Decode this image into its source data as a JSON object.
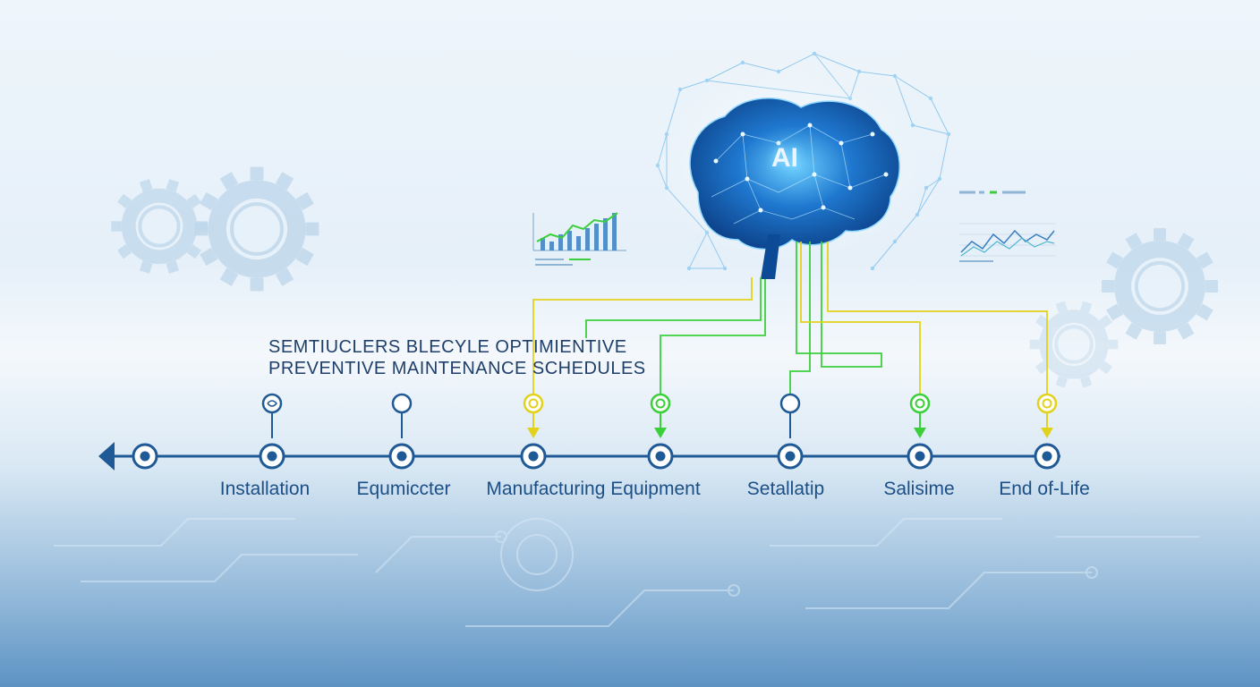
{
  "title": {
    "line1": "SEMTIUCLERS BLECYLE OPTIMIENTIVE",
    "line2": "PREVENTIVE MAINTENANCE SCHEDULES"
  },
  "brain": {
    "label": "AI"
  },
  "stages": [
    {
      "label": "Installation",
      "marker_color": "#1f5a96"
    },
    {
      "label": "Equmiccter",
      "marker_color": "#1f5a96"
    },
    {
      "label": "Manufacturing Equipment",
      "marker_color": "#e3d21b"
    },
    {
      "label": "",
      "marker_color": "#3ccf3c"
    },
    {
      "label": "Setallatip",
      "marker_color": "#1f5a96"
    },
    {
      "label": "Salisime",
      "marker_color": "#3ccf3c"
    },
    {
      "label": "End of-Life",
      "marker_color": "#e3d21b"
    }
  ],
  "colors": {
    "timeline": "#1f5a96",
    "connector_yellow": "#e3d21b",
    "connector_green": "#3ccf3c",
    "gear": "#bcd6ea",
    "brain": "#1e6fc4"
  },
  "icons": [
    "gear-icon",
    "brain-icon",
    "bar-chart-icon",
    "line-chart-icon",
    "back-arrow-icon"
  ]
}
